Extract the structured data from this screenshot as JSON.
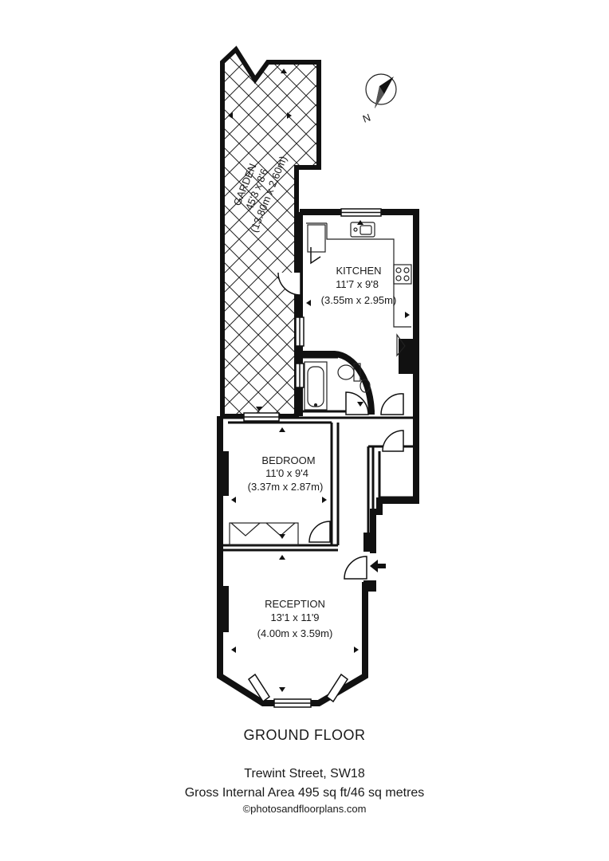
{
  "rooms": {
    "garden": {
      "name": "GARDEN",
      "dim_imperial": "45'3 x 8'6",
      "dim_metric": "(13.80m x 2.60m)"
    },
    "kitchen": {
      "name": "KITCHEN",
      "dim_imperial": "11'7 x 9'8",
      "dim_metric": "(3.55m x 2.95m)"
    },
    "bedroom": {
      "name": "BEDROOM",
      "dim_imperial": "11'0 x 9'4",
      "dim_metric": "(3.37m x 2.87m)"
    },
    "reception": {
      "name": "RECEPTION",
      "dim_imperial": "13'1 x 11'9",
      "dim_metric": "(4.00m x 3.59m)"
    }
  },
  "compass": {
    "label": "N"
  },
  "footer": {
    "floor": "GROUND FLOOR",
    "address": "Trewint Street, SW18",
    "area": "Gross Internal Area 495 sq ft/46 sq metres",
    "copyright": "©photosandfloorplans.com"
  },
  "colors": {
    "wall": "#111111",
    "line": "#222222",
    "background": "#ffffff"
  }
}
